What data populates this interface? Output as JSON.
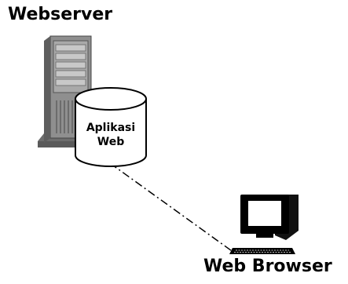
{
  "nodes": {
    "webserver": {
      "label": "Webserver"
    },
    "application": {
      "line1": "Aplikasi",
      "line2": "Web"
    },
    "browser": {
      "label": "Web Browser"
    }
  },
  "connection": {
    "style": "dash-dot"
  }
}
